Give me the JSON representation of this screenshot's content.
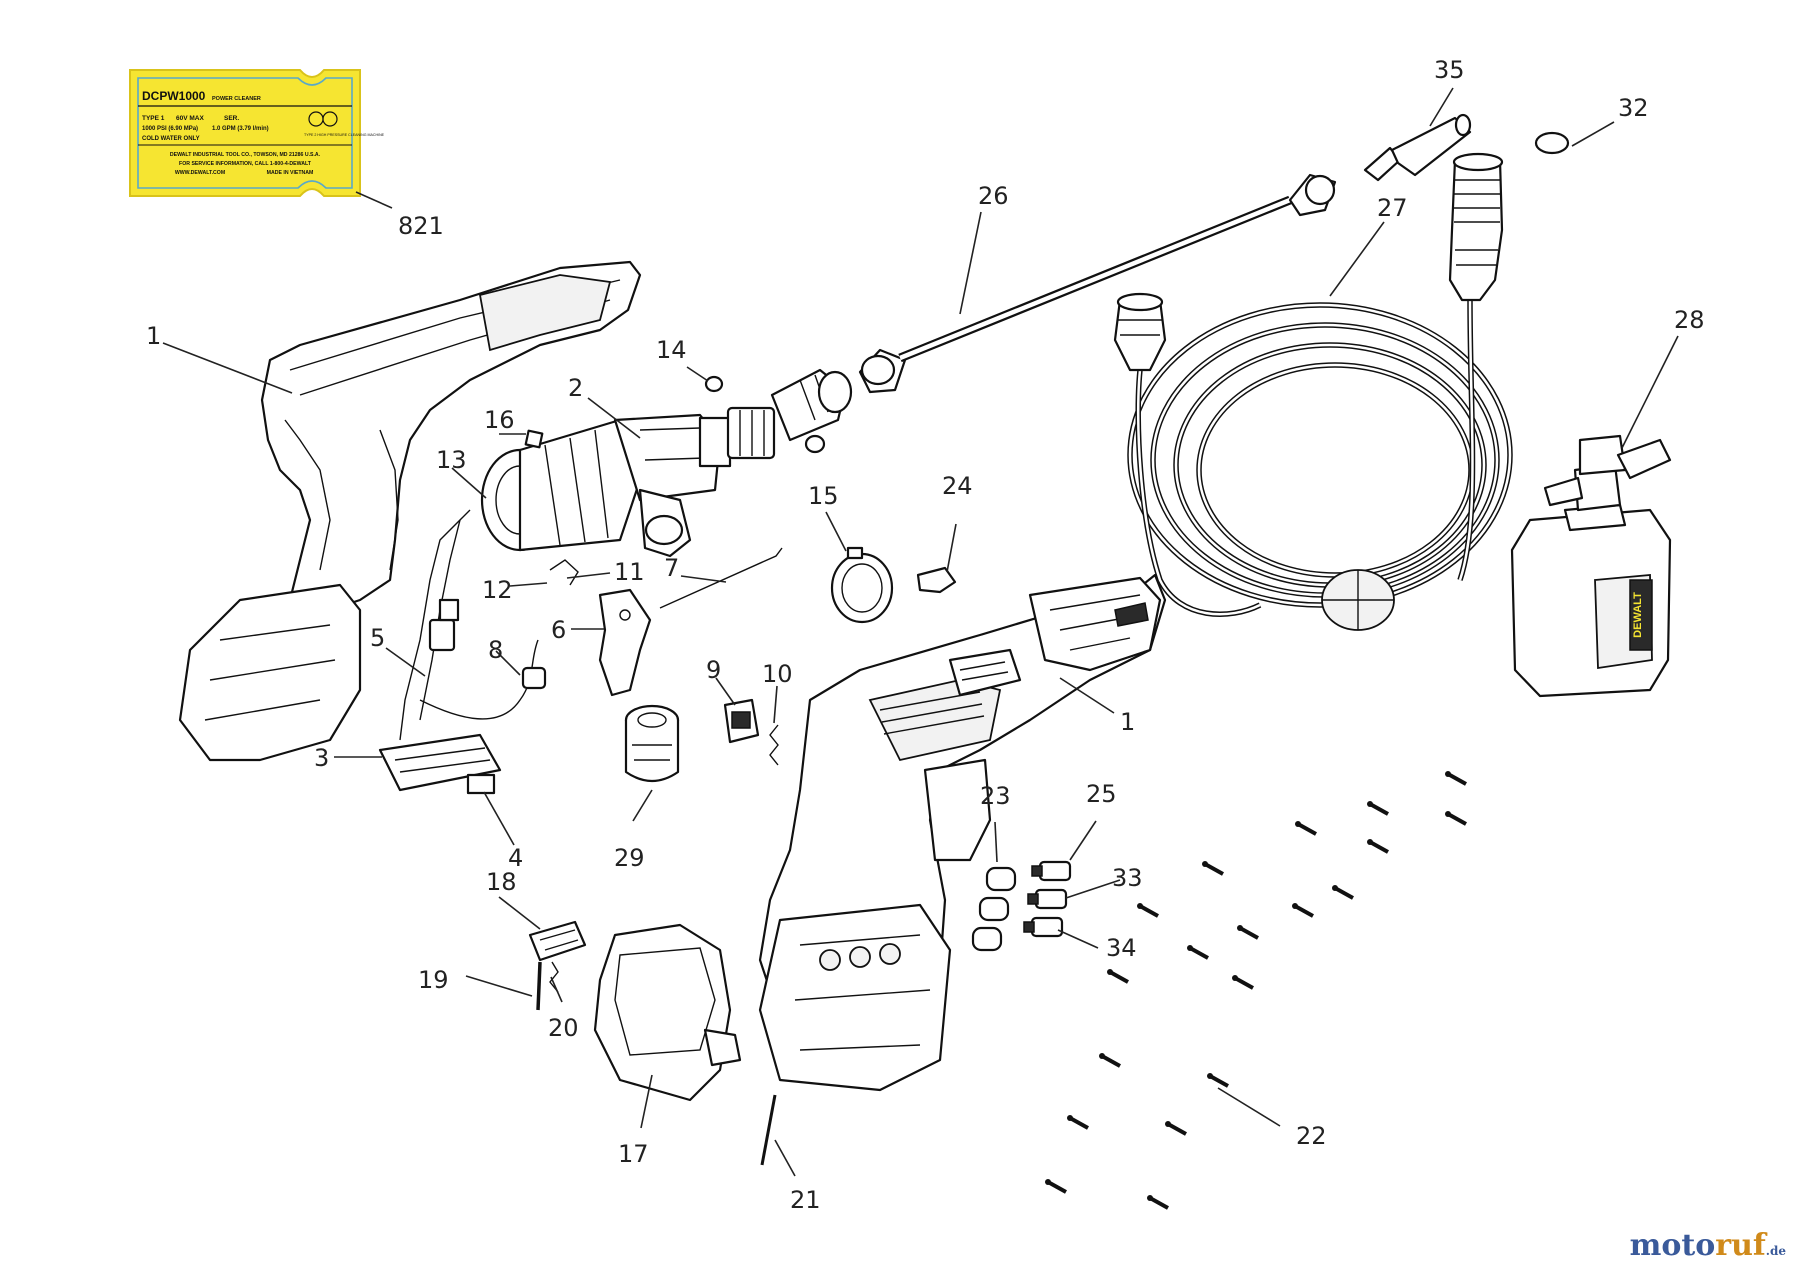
{
  "label_plate": {
    "model": "DCPW1000",
    "model_desc": "POWER CLEANER",
    "row1_a": "TYPE 1",
    "row1_b": "60V MAX",
    "row1_c": "SER.",
    "row2_a": "1000 PSI (6.90 MPa)",
    "row2_b": "1.0 GPM (3.79 l/min)",
    "row3": "COLD WATER ONLY",
    "cert": "TYPE 2 HIGH PRESSURE CLEANING MACHINE",
    "address": "DEWALT INDUSTRIAL TOOL CO., TOWSON, MD 21286 U.S.A.",
    "service": "FOR SERVICE INFORMATION, CALL 1-800-4-DEWALT",
    "web": "WWW.DEWALT.COM",
    "origin": "MADE IN VIETNAM"
  },
  "brand_on_bottle": "DEWALT",
  "callouts": [
    {
      "id": "c1a",
      "label": "1"
    },
    {
      "id": "c1b",
      "label": "1"
    },
    {
      "id": "c2",
      "label": "2"
    },
    {
      "id": "c3",
      "label": "3"
    },
    {
      "id": "c4",
      "label": "4"
    },
    {
      "id": "c5",
      "label": "5"
    },
    {
      "id": "c6",
      "label": "6"
    },
    {
      "id": "c7",
      "label": "7"
    },
    {
      "id": "c8",
      "label": "8"
    },
    {
      "id": "c9",
      "label": "9"
    },
    {
      "id": "c10",
      "label": "10"
    },
    {
      "id": "c11",
      "label": "11"
    },
    {
      "id": "c12",
      "label": "12"
    },
    {
      "id": "c13",
      "label": "13"
    },
    {
      "id": "c14",
      "label": "14"
    },
    {
      "id": "c15",
      "label": "15"
    },
    {
      "id": "c16",
      "label": "16"
    },
    {
      "id": "c17",
      "label": "17"
    },
    {
      "id": "c18",
      "label": "18"
    },
    {
      "id": "c19",
      "label": "19"
    },
    {
      "id": "c20",
      "label": "20"
    },
    {
      "id": "c21",
      "label": "21"
    },
    {
      "id": "c22",
      "label": "22"
    },
    {
      "id": "c23",
      "label": "23"
    },
    {
      "id": "c24",
      "label": "24"
    },
    {
      "id": "c25",
      "label": "25"
    },
    {
      "id": "c26",
      "label": "26"
    },
    {
      "id": "c27",
      "label": "27"
    },
    {
      "id": "c28",
      "label": "28"
    },
    {
      "id": "c29",
      "label": "29"
    },
    {
      "id": "c32",
      "label": "32"
    },
    {
      "id": "c33",
      "label": "33"
    },
    {
      "id": "c34",
      "label": "34"
    },
    {
      "id": "c35",
      "label": "35"
    },
    {
      "id": "c821",
      "label": "821"
    }
  ],
  "watermark": {
    "part1": "moto",
    "part2": "ruf",
    "part3": ".de"
  }
}
